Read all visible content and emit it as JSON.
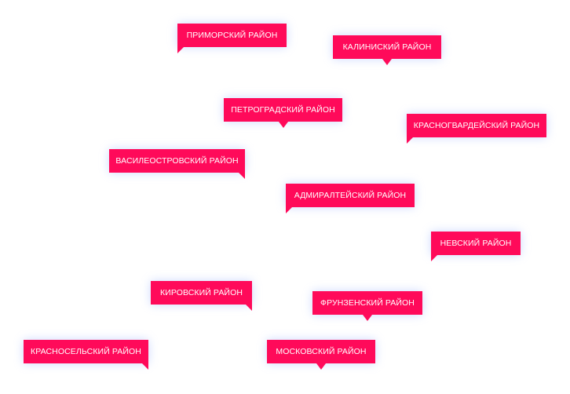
{
  "colors": {
    "marker_bg": "#ff0a5a",
    "marker_text": "#ffffff",
    "background": "#ffffff"
  },
  "districts": [
    {
      "id": "primorsky",
      "label": "ПРИМОРСКИЙ РАЙОН"
    },
    {
      "id": "kalininsky",
      "label": "КАЛИНИСКИЙ РАЙОН"
    },
    {
      "id": "petrogradsky",
      "label": "ПЕТРОГРАДСКИЙ РАЙОН"
    },
    {
      "id": "krasnogvardeysky",
      "label": "КРАСНОГВАРДЕЙСКИЙ РАЙОН"
    },
    {
      "id": "vasileostrovsky",
      "label": "ВАСИЛЕОСТРОВСКИЙ РАЙОН"
    },
    {
      "id": "admiralteysky",
      "label": "АДМИРАЛТЕЙСКИЙ РАЙОН"
    },
    {
      "id": "nevsky",
      "label": "НЕВСКИЙ РАЙОН"
    },
    {
      "id": "kirovsky",
      "label": "КИРОВСКИЙ РАЙОН"
    },
    {
      "id": "frunzensky",
      "label": "ФРУНЗЕНСКИЙ РАЙОН"
    },
    {
      "id": "krasnoselsky",
      "label": "КРАСНОСЕЛЬСКИЙ РАЙОН"
    },
    {
      "id": "moskovsky",
      "label": "МОСКОВСКИЙ РАЙОН"
    }
  ]
}
